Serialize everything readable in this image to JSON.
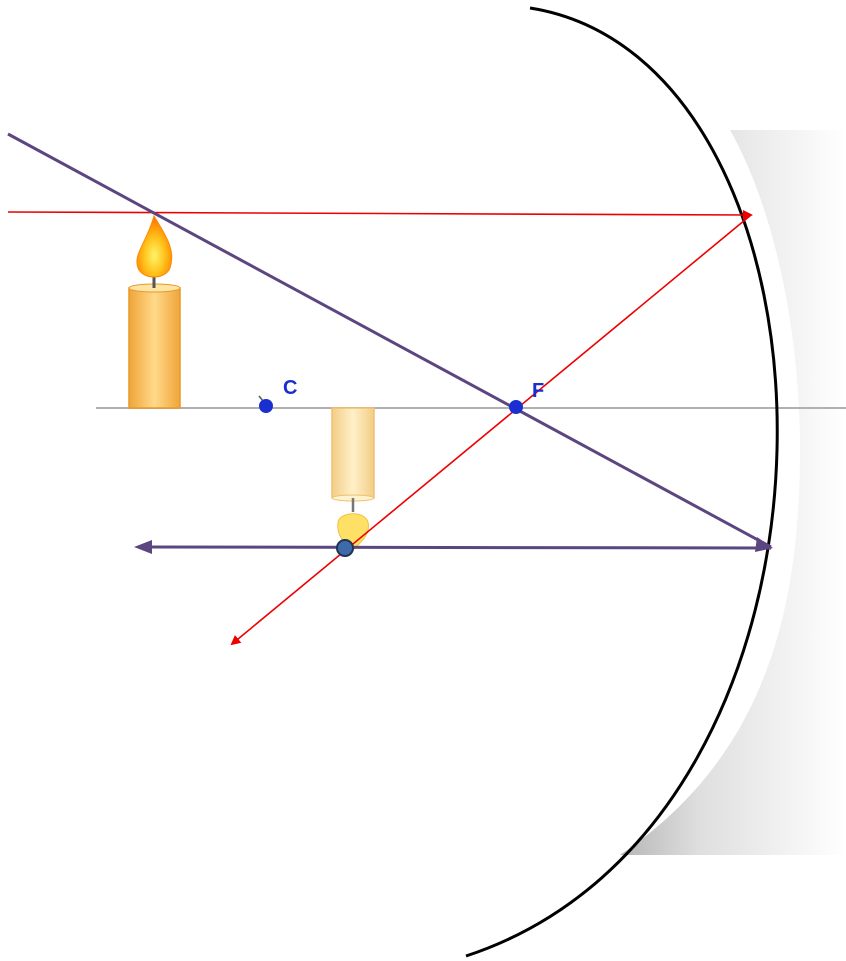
{
  "labels": {
    "center": "C",
    "focus": "F"
  },
  "colors": {
    "background": "#ffffff",
    "mirror": "#000000",
    "principal_axis": "#b0b0b0",
    "ray_red": "#ee0000",
    "ray_purple": "#5b4680",
    "point_blue": "#1a2fd0",
    "image_point": "#3d6aa8",
    "candle_wax": "#f7c25a",
    "flame": "#ff9a00"
  },
  "objects": {
    "mirror": "concave-mirror",
    "object": "candle-upright",
    "image": "candle-inverted"
  }
}
